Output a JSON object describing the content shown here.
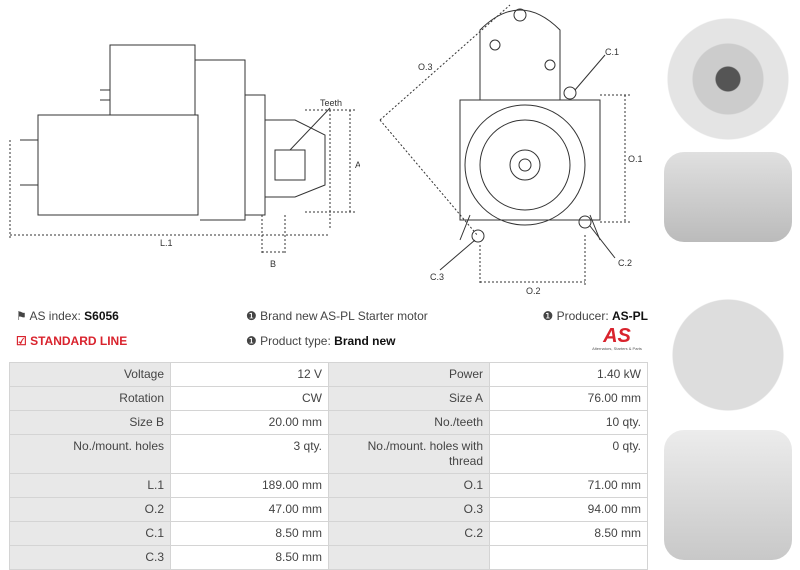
{
  "drawing": {
    "labels": {
      "teeth": "Teeth",
      "a": "A",
      "l1": "L.1",
      "b": "B",
      "o3": "O.3",
      "c1": "C.1",
      "o1": "O.1",
      "c3": "C.3",
      "c2": "C.2",
      "o2": "O.2"
    }
  },
  "info": {
    "as_index_label": "AS index:",
    "as_index_value": "S6056",
    "line": "STANDARD LINE",
    "description": "Brand new AS-PL Starter motor",
    "product_type_label": "Product type:",
    "product_type_value": "Brand new",
    "producer_label": "Producer:",
    "producer_value": "AS-PL",
    "logo_text": "AS",
    "logo_tagline": "Alternators, Starters & Parts"
  },
  "specs": [
    [
      "Voltage",
      "12 V",
      "Power",
      "1.40 kW"
    ],
    [
      "Rotation",
      "CW",
      "Size A",
      "76.00 mm"
    ],
    [
      "Size B",
      "20.00 mm",
      "No./teeth",
      "10 qty."
    ],
    [
      "No./mount. holes",
      "3 qty.",
      "No./mount. holes with thread",
      "0 qty."
    ],
    [
      "L.1",
      "189.00 mm",
      "O.1",
      "71.00 mm"
    ],
    [
      "O.2",
      "47.00 mm",
      "O.3",
      "94.00 mm"
    ],
    [
      "C.1",
      "8.50 mm",
      "C.2",
      "8.50 mm"
    ],
    [
      "C.3",
      "8.50 mm",
      "",
      ""
    ]
  ],
  "colors": {
    "accent": "#d9232d",
    "label_bg": "#e8e8e8"
  }
}
